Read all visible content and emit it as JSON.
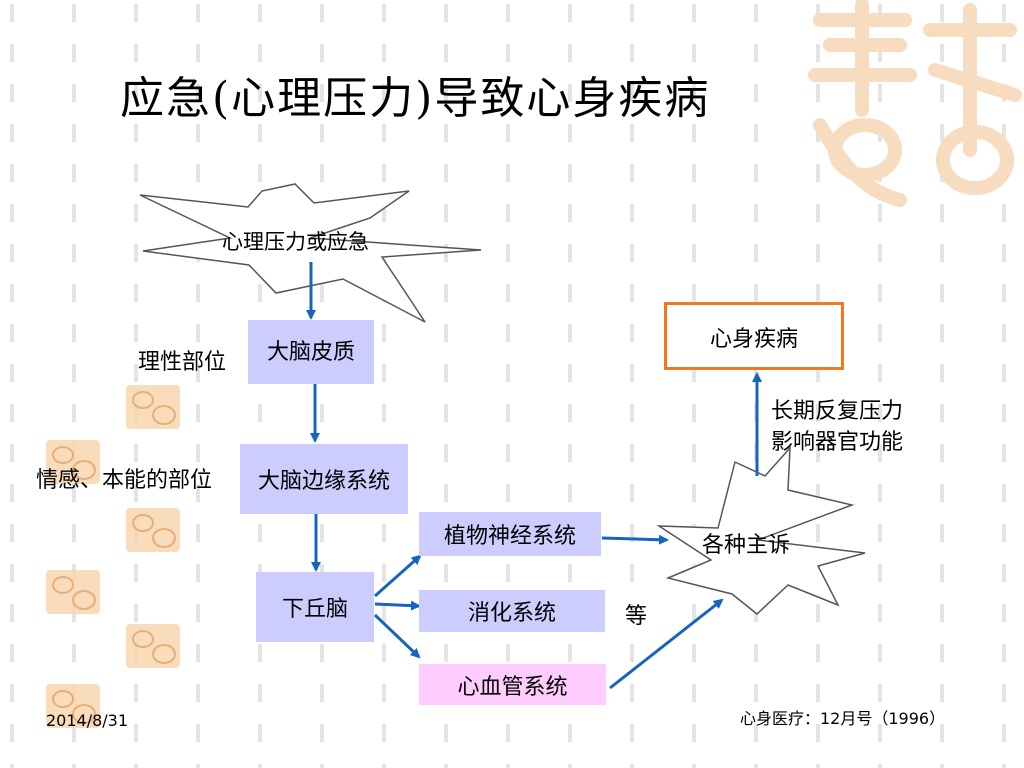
{
  "title": "应急(心理压力)导致心身疾病",
  "nodes": {
    "stress": "心理压力或应急",
    "cortex": "大脑皮质",
    "limbic": "大脑边缘系统",
    "hypothalamus": "下丘脑",
    "autonomic": "植物神经系统",
    "digestive": "消化系统",
    "cardio": "心血管系统",
    "complaints": "各种主诉",
    "disease": "心身疾病"
  },
  "labels": {
    "rational": "理性部位",
    "emotional": "情感、本能的部位",
    "etc": "等",
    "long_term_line1": "长期反复压力",
    "long_term_line2": "影响器官功能"
  },
  "footer": {
    "date": "2014/8/31",
    "source": "心身医疗：12月号（1996）"
  },
  "colors": {
    "arrow": "#1565c0",
    "lavender": "#ccccff",
    "pink": "#ffccff",
    "orange": "#f07820"
  }
}
